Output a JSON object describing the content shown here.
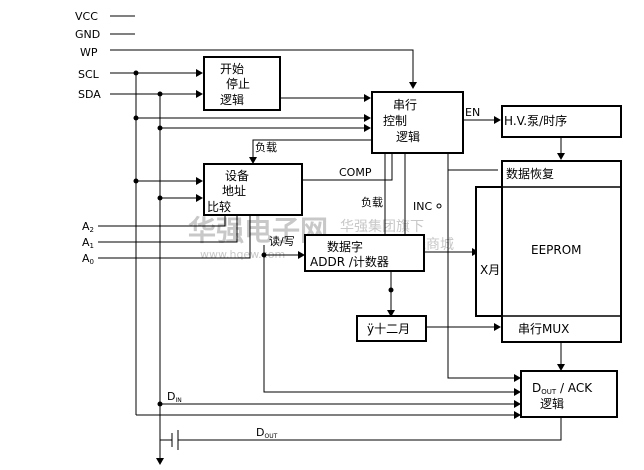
{
  "pins": {
    "vcc": "VCC",
    "gnd": "GND",
    "wp": "WP",
    "scl": "SCL",
    "sda": "SDA",
    "a2": "A",
    "a2_sub": "2",
    "a1": "A",
    "a1_sub": "1",
    "a0": "A",
    "a0_sub": "0"
  },
  "blocks": {
    "start_stop": [
      "开始",
      "停止",
      "逻辑"
    ],
    "serial_control": [
      "串行",
      "控制",
      "逻辑"
    ],
    "hv_pump": "H.V.泵/时序",
    "device_addr": [
      "设备",
      "地址",
      "比较"
    ],
    "data_recovery": "数据恢复",
    "eeprom": "EEPROM",
    "word_addr": [
      "数据字",
      "ADDR /计数器"
    ],
    "y_dec": "ÿ十二月",
    "x_dec": "X月",
    "serial_mux": "串行MUX",
    "dout_ack": [
      "D",
      "OUT",
      " / ACK",
      "逻辑"
    ]
  },
  "signals": {
    "en": "EN",
    "load1": "负载",
    "comp": "COMP",
    "load2": "负载",
    "inc": "INC",
    "rw": "读/写",
    "din": "D",
    "din_sub": "IN",
    "dout": "D",
    "dout_sub": "OUT"
  },
  "watermark": {
    "main": "华强电子网",
    "url": "www.hqew.com",
    "brand": "华强集团旗下",
    "slogan": "电子元器件在线商城"
  }
}
